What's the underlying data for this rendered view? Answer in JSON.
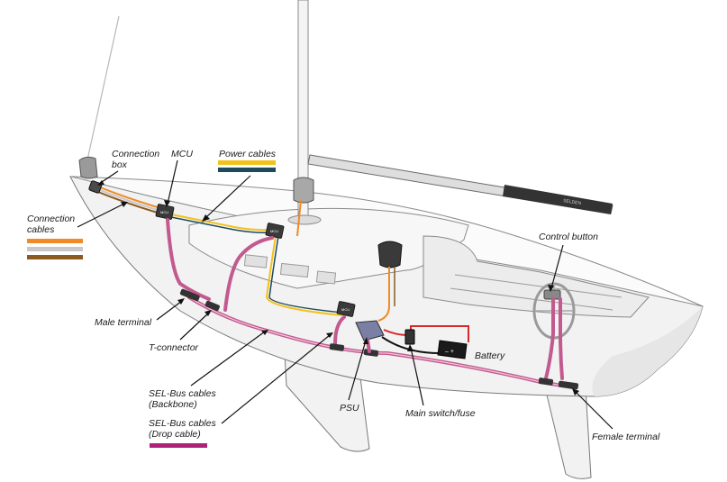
{
  "labels": {
    "connection_box": [
      "Connection",
      "box"
    ],
    "mcu": "MCU",
    "power_cables": "Power cables",
    "connection_cables": [
      "Connection",
      "cables"
    ],
    "control_button": "Control button",
    "male_terminal": "Male terminal",
    "t_connector": "T-connector",
    "battery": "Battery",
    "sel_bus_backbone": [
      "SEL-Bus cables",
      "(Backbone)"
    ],
    "sel_bus_drop": [
      "SEL-Bus cables",
      "(Drop cable)"
    ],
    "psu": "PSU",
    "main_switch": "Main switch/fuse",
    "female_terminal": "Female terminal",
    "unit_tag": "MCU",
    "boom_brand": "SELDEN"
  },
  "colors": {
    "power_yellow": "#f2c21b",
    "power_dark": "#1f4a5a",
    "conn_orange": "#f08a24",
    "conn_grey": "#c8c8c8",
    "conn_brown": "#8a5a1e",
    "sel_bus": "#c25a8f",
    "drop_cable": "#b0227a",
    "battery_red": "#d42a2a"
  }
}
